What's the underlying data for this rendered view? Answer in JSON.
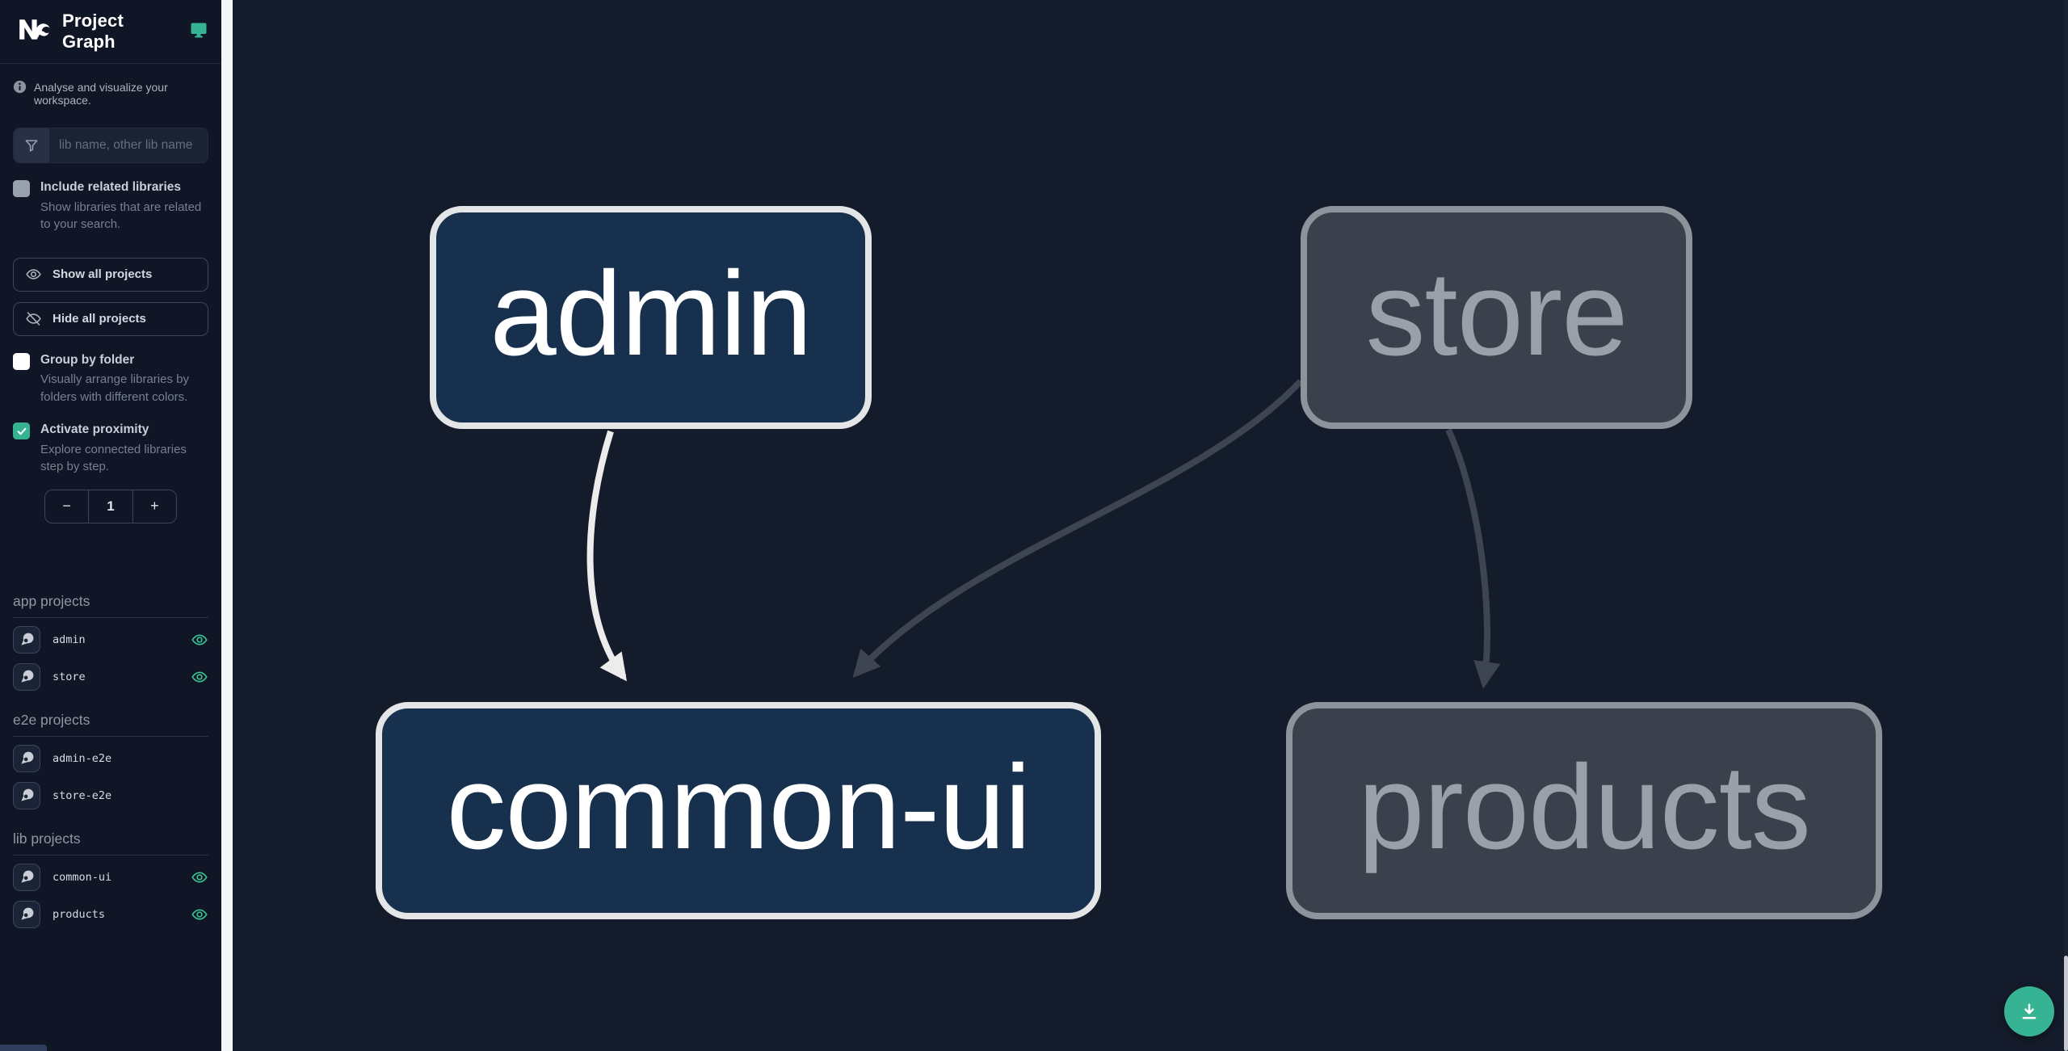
{
  "header": {
    "app_title": "Project Graph",
    "logo": "Nx"
  },
  "sidebar": {
    "tagline": "Analyse and visualize your workspace.",
    "search": {
      "placeholder": "lib name, other lib name"
    },
    "options": [
      {
        "label": "Include related libraries",
        "description": "Show libraries that are related to your search.",
        "checked": false
      },
      {
        "label": "Group by folder",
        "description": "Visually arrange libraries by folders with different colors.",
        "checked": false
      },
      {
        "label": "Activate proximity",
        "description": "Explore connected libraries step by step.",
        "checked": true
      }
    ],
    "actions": [
      {
        "label": "Show all projects"
      },
      {
        "label": "Hide all projects"
      }
    ],
    "proximity_stepper": {
      "decrement": "−",
      "value": "1",
      "increment": "+"
    },
    "sections": [
      {
        "title": "app projects",
        "items": [
          {
            "name": "admin",
            "visible": true
          },
          {
            "name": "store",
            "visible": true
          }
        ]
      },
      {
        "title": "e2e projects",
        "items": [
          {
            "name": "admin-e2e",
            "visible": false
          },
          {
            "name": "store-e2e",
            "visible": false
          }
        ]
      },
      {
        "title": "lib projects",
        "items": [
          {
            "name": "common-ui",
            "visible": true
          },
          {
            "name": "products",
            "visible": true
          }
        ]
      }
    ]
  },
  "graph": {
    "nodes": [
      {
        "label": "admin",
        "type": "app",
        "state": "focused"
      },
      {
        "label": "store",
        "type": "app",
        "state": "unfocused"
      },
      {
        "label": "common-ui",
        "type": "lib",
        "state": "focused"
      },
      {
        "label": "products",
        "type": "lib",
        "state": "unfocused"
      }
    ],
    "edges": [
      {
        "source": "admin",
        "target": "common-ui",
        "state": "focused"
      },
      {
        "source": "store",
        "target": "common-ui",
        "state": "unfocused"
      },
      {
        "source": "store",
        "target": "products",
        "state": "unfocused"
      }
    ]
  },
  "colors": {
    "accent": "#36b392",
    "sidebar-bg": "#101626",
    "canvas-bg": "#141b2a",
    "gutter": "#f5f6f7",
    "node-focused-bg": "#17304d",
    "node-focused-border": "#e4e5e7",
    "node-focused-text": "#ffffff",
    "node-unfocused-bg": "#3a414d",
    "node-unfocused-border": "#8d929b",
    "node-unfocused-text": "#99a0aa",
    "edge-focused": "#ececec",
    "edge-unfocused": "#3e4552",
    "eye-green": "#3bc493"
  }
}
